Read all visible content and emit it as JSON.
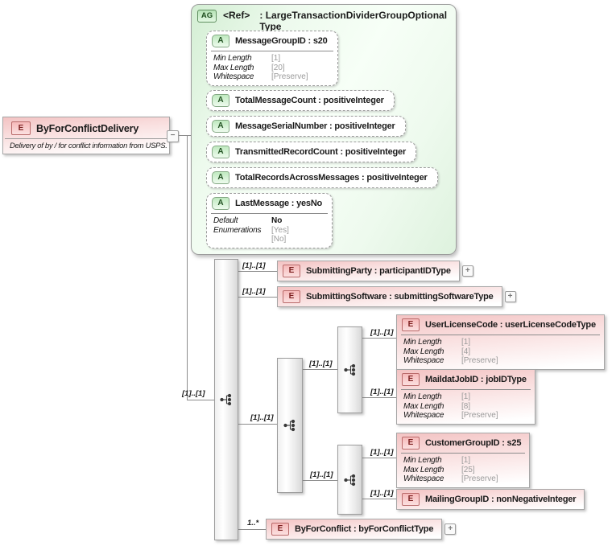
{
  "diagram": {
    "root": {
      "icon": "E",
      "title": "ByForConflictDelivery",
      "annotation": "Delivery of by / for conflict information from USPS.",
      "collapse_glyph": "−"
    },
    "attribute_group": {
      "icon": "AG",
      "ref": "<Ref>",
      "type": ": LargeTransactionDividerGroupOptionalType",
      "attributes": [
        {
          "icon": "A",
          "title": "MessageGroupID : s20",
          "facets": [
            [
              "Min Length",
              "[1]"
            ],
            [
              "Max Length",
              "[20]"
            ],
            [
              "Whitespace",
              "[Preserve]"
            ]
          ]
        },
        {
          "icon": "A",
          "title": "TotalMessageCount : positiveInteger"
        },
        {
          "icon": "A",
          "title": "MessageSerialNumber : positiveInteger"
        },
        {
          "icon": "A",
          "title": "TransmittedRecordCount : positiveInteger"
        },
        {
          "icon": "A",
          "title": "TotalRecordsAcrossMessages : positiveInteger"
        },
        {
          "icon": "A",
          "title": "LastMessage : yesNo",
          "facets": [
            [
              "Default",
              "No"
            ],
            [
              "Enumerations",
              "[Yes]"
            ],
            [
              "",
              "[No]"
            ]
          ]
        }
      ]
    },
    "compositor_cardinalities": {
      "root_sequence": "[1]..[1]",
      "inner_sequence": "[1]..[1]",
      "license_sequence": "[1]..[1]",
      "group_sequence": "[1]..[1]"
    },
    "children": {
      "submitting_party": {
        "cardinality": "[1]..[1]",
        "icon": "E",
        "title": "SubmittingParty : participantIDType",
        "expand_glyph": "+"
      },
      "submitting_software": {
        "cardinality": "[1]..[1]",
        "icon": "E",
        "title": "SubmittingSoftware : submittingSoftwareType",
        "expand_glyph": "+"
      },
      "user_license_code": {
        "cardinality": "[1]..[1]",
        "icon": "E",
        "title": "UserLicenseCode : userLicenseCodeType",
        "facets": [
          [
            "Min Length",
            "[1]"
          ],
          [
            "Max Length",
            "[4]"
          ],
          [
            "Whitespace",
            "[Preserve]"
          ]
        ]
      },
      "maildat_job_id": {
        "cardinality": "[1]..[1]",
        "icon": "E",
        "title": "MaildatJobID : jobIDType",
        "facets": [
          [
            "Min Length",
            "[1]"
          ],
          [
            "Max Length",
            "[8]"
          ],
          [
            "Whitespace",
            "[Preserve]"
          ]
        ]
      },
      "customer_group_id": {
        "cardinality": "[1]..[1]",
        "icon": "E",
        "title": "CustomerGroupID : s25",
        "facets": [
          [
            "Min Length",
            "[1]"
          ],
          [
            "Max Length",
            "[25]"
          ],
          [
            "Whitespace",
            "[Preserve]"
          ]
        ]
      },
      "mailing_group_id": {
        "cardinality": "[1]..[1]",
        "icon": "E",
        "title": "MailingGroupID : nonNegativeInteger"
      },
      "by_for_conflict": {
        "cardinality": "1..*",
        "icon": "E",
        "title": "ByForConflict : byForConflictType",
        "expand_glyph": "+"
      }
    },
    "colors": {
      "element_pink": "#f3c3c3",
      "group_green": "#d3eed3",
      "element_accent": "#7c1f1f",
      "group_accent": "#1d4d1d"
    }
  }
}
